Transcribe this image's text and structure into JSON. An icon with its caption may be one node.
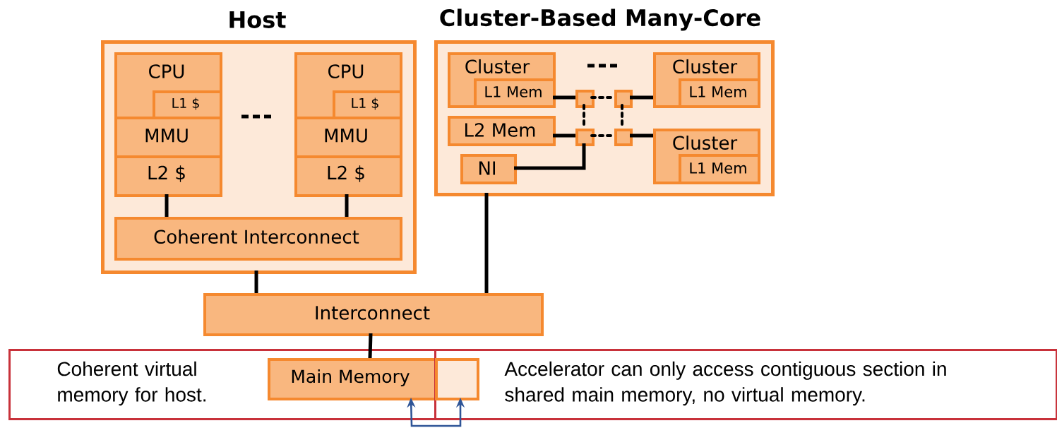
{
  "diagram": {
    "nodes": [
      {
        "text": [
          "Host"
        ]
      },
      {
        "text": [
          "CPU"
        ],
        "in": 0
      },
      {
        "text": [
          "L1 $"
        ],
        "in": 1
      },
      {
        "text": [
          "MMU"
        ],
        "in": 0
      },
      {
        "text": [
          "L2 $"
        ],
        "in": 0
      },
      {
        "text": [
          "CPU"
        ],
        "in": 0
      },
      {
        "text": [
          "L1 $"
        ],
        "in": 5
      },
      {
        "text": [
          "MMU"
        ],
        "in": 0
      },
      {
        "text": [
          "L2 $"
        ],
        "in": 0
      },
      {
        "text": [
          "Coherent Interconnect"
        ],
        "in": 0
      },
      {
        "text": [
          "Cluster-Based Many-Core"
        ]
      },
      {
        "text": [
          "Cluster"
        ],
        "in": 10
      },
      {
        "text": [
          "L1 Mem"
        ],
        "in": 11
      },
      {
        "text": [
          "Cluster"
        ],
        "in": 10
      },
      {
        "text": [
          "L1 Mem"
        ],
        "in": 13
      },
      {
        "text": [
          "L2 Mem"
        ],
        "in": 10
      },
      {
        "text": [
          "NI"
        ],
        "in": 10
      },
      {
        "text": [
          "Cluster"
        ],
        "in": 10
      },
      {
        "text": [
          "L1 Mem"
        ],
        "in": 17
      },
      {
        "text": [],
        "shape": "box",
        "in": 10
      },
      {
        "text": [],
        "shape": "box",
        "in": 10
      },
      {
        "text": [],
        "shape": "box",
        "in": 10
      },
      {
        "text": [],
        "shape": "box",
        "in": 10
      },
      {
        "text": [
          "Interconnect"
        ]
      },
      {
        "text": [
          "Coherent virtual memory for host."
        ]
      },
      {
        "text": [
          "Main Memory"
        ],
        "in": 24
      },
      {
        "text": [
          "Accelerator can only access contiguous section in shared main memory, no virtual memory."
        ]
      },
      {
        "text": [],
        "shape": "box",
        "in": 26
      }
    ],
    "edges": [
      {
        "from": 4,
        "to": 9,
        "arrow": "none"
      },
      {
        "from": 8,
        "to": 9,
        "arrow": "none"
      },
      {
        "from": 0,
        "to": 23,
        "arrow": "none"
      },
      {
        "from": 10,
        "to": 23,
        "arrow": "none"
      },
      {
        "from": 23,
        "to": 25,
        "arrow": "none"
      },
      {
        "from": 11,
        "to": 19,
        "arrow": "none"
      },
      {
        "from": 19,
        "to": 20,
        "arrow": "none",
        "style": "dashed"
      },
      {
        "from": 20,
        "to": 13,
        "arrow": "none"
      },
      {
        "from": 15,
        "to": 21,
        "arrow": "none"
      },
      {
        "from": 21,
        "to": 22,
        "arrow": "none",
        "style": "dashed"
      },
      {
        "from": 22,
        "to": 17,
        "arrow": "none"
      },
      {
        "from": 19,
        "to": 21,
        "arrow": "none",
        "style": "dashed"
      },
      {
        "from": 20,
        "to": 22,
        "arrow": "none",
        "style": "dashed"
      },
      {
        "from": 16,
        "to": 21,
        "arrow": "none"
      },
      {
        "from": 25,
        "to": 27,
        "arrow": "both",
        "color": "#2f5597"
      }
    ]
  }
}
